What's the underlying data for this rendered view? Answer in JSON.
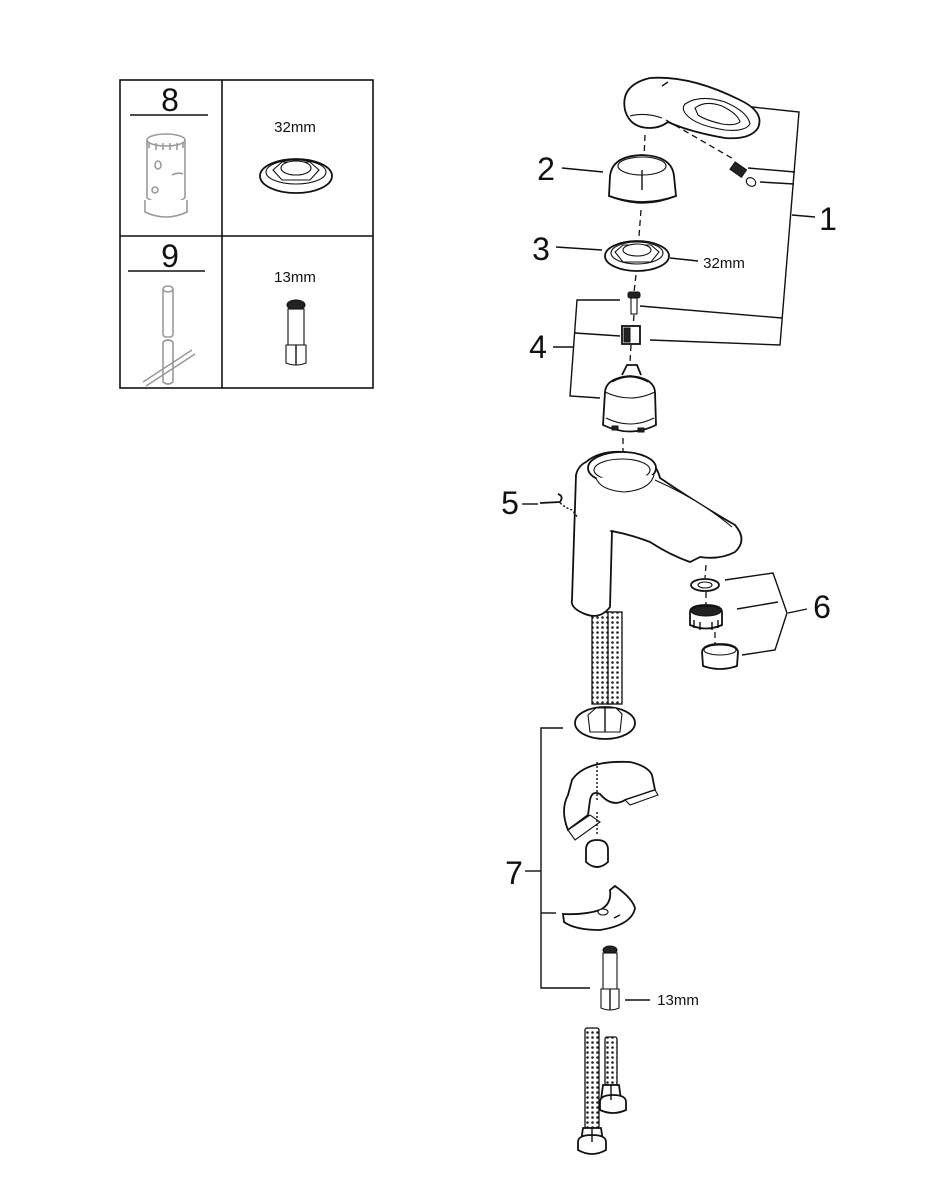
{
  "diagram": {
    "type": "exploded-parts-view",
    "subject": "single-lever basin mixer faucet",
    "tool_table": {
      "rows": [
        {
          "number": "8",
          "tool_icon": "cartridge-socket-wrench-icon",
          "size_label": "32mm",
          "part_icon": "cartridge-nut-icon"
        },
        {
          "number": "9",
          "tool_icon": "t-handle-socket-wrench-icon",
          "size_label": "13mm",
          "part_icon": "threaded-stud-icon"
        }
      ]
    },
    "callouts": [
      {
        "number": "1",
        "description": "lever handle with set screw and cap"
      },
      {
        "number": "2",
        "description": "cover cap"
      },
      {
        "number": "3",
        "description": "cartridge nut",
        "size_label": "32mm"
      },
      {
        "number": "4",
        "description": "cartridge with screw and adapter"
      },
      {
        "number": "5",
        "description": "pop-up rod with chain"
      },
      {
        "number": "6",
        "description": "aerator set"
      },
      {
        "number": "7",
        "description": "mounting set",
        "size_label": "13mm"
      }
    ],
    "parts": {
      "body": "faucet body with flexible hoses",
      "hoses": "flexible connection hoses"
    }
  }
}
